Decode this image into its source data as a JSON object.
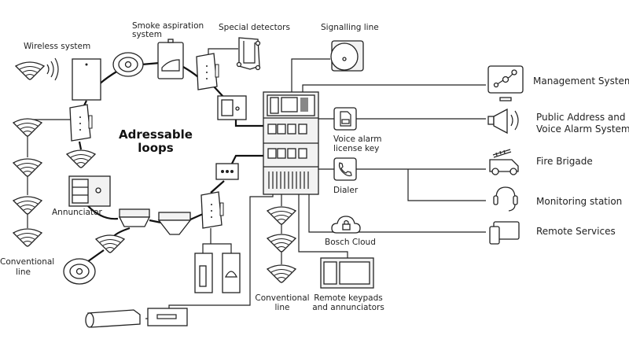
{
  "center_label": [
    "Adressable",
    "loops"
  ],
  "loop_devices": {
    "wireless": "Wireless system",
    "smoke_aspiration": [
      "Smoke aspiration",
      "system"
    ],
    "special_detectors": "Special detectors",
    "annunciator": "Annunciator",
    "conventional_left": [
      "Conventional",
      "line"
    ]
  },
  "panel_side": {
    "signalling_line": "Signalling line",
    "voice_alarm_key": [
      "Voice alarm",
      "license key"
    ],
    "dialer": "Dialer",
    "bosch_cloud": "Bosch Cloud",
    "conventional_bottom": [
      "Conventional",
      "line"
    ],
    "remote_keypads": [
      "Remote keypads",
      "and annunciators"
    ]
  },
  "external": {
    "management": "Management System",
    "public_address": [
      "Public Address and",
      "Voice Alarm System"
    ],
    "fire_brigade": "Fire Brigade",
    "monitoring": "Monitoring station",
    "remote_services": "Remote Services"
  }
}
